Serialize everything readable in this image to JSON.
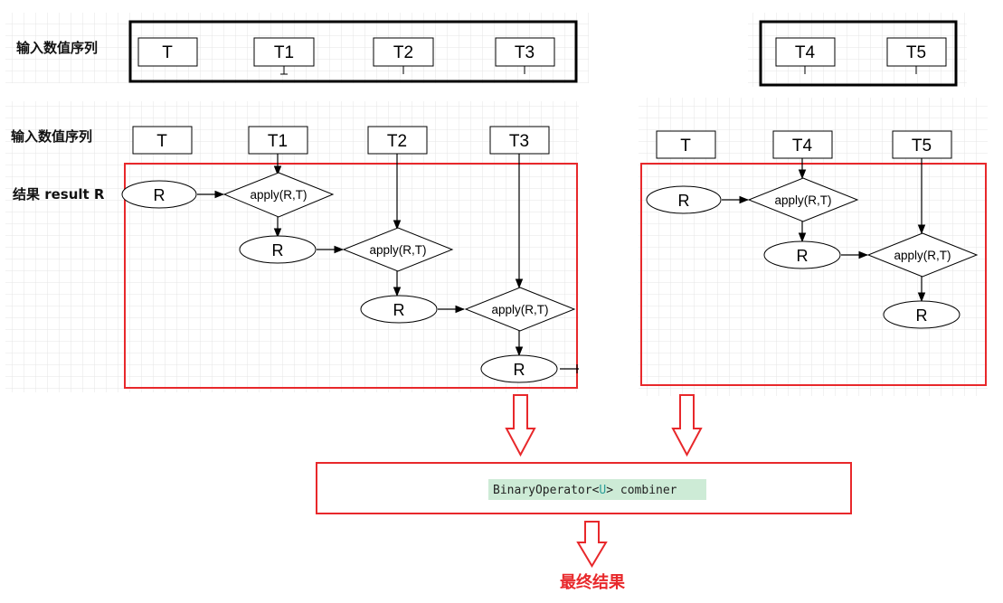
{
  "labels": {
    "input_seq_top": "输入数值序列",
    "input_seq": "输入数值序列",
    "result": "结果 result R"
  },
  "inputs_top_left": [
    "T",
    "T1",
    "T2",
    "T3"
  ],
  "inputs_top_right": [
    "T4",
    "T5"
  ],
  "inputs_left": [
    "T",
    "T1",
    "T2",
    "T3"
  ],
  "inputs_right": [
    "T",
    "T4",
    "T5"
  ],
  "result_node": "R",
  "apply_label": "apply(R,T)",
  "combiner": {
    "prefix": "BinaryOperator<",
    "type_param": "U",
    "suffix": "> combiner"
  },
  "final_label": "最终结果",
  "colors": {
    "red": "#e8282b",
    "code_bg": "#cdebd6",
    "type_param": "#2e9f99",
    "grid": "#e4e4e4"
  }
}
